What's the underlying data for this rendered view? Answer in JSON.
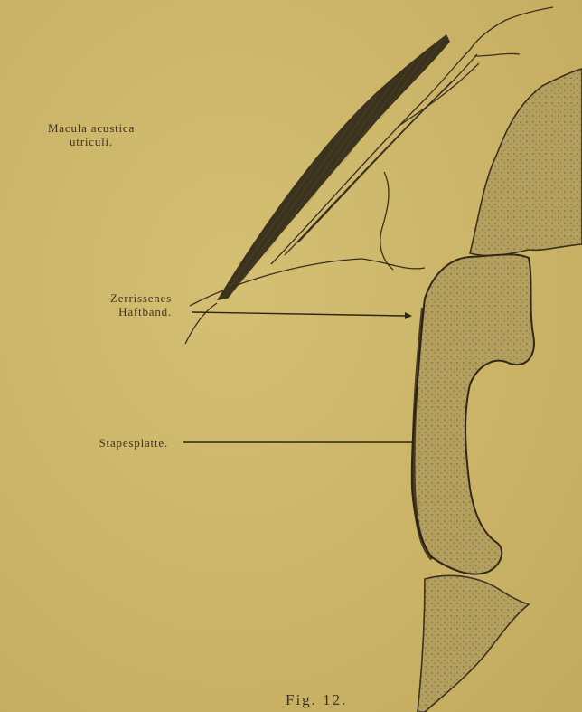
{
  "labels": {
    "macula_line1": "Macula acustica",
    "macula_line2": "utriculi.",
    "zerrissenes_line1": "Zerrissenes",
    "zerrissenes_line2": "Haftband.",
    "stapesplatte": "Stapesplatte.",
    "figure_caption": "Fig. 12."
  },
  "colors": {
    "paper": "#cdb76b",
    "ink": "#3a3020",
    "tissue_fill": "#b29e5c",
    "tissue_dark": "#5a4c30"
  }
}
